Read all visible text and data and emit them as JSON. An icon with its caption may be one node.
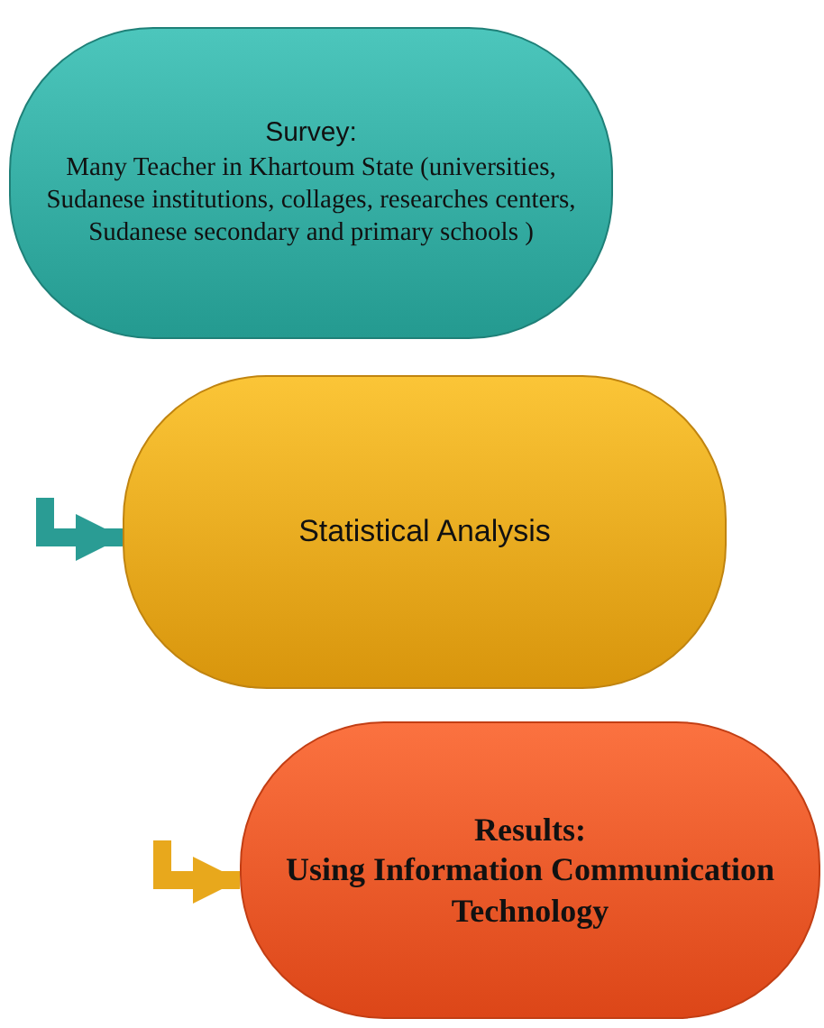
{
  "diagram": {
    "nodes": [
      {
        "text": [
          "Survey:",
          "Many Teacher in Khartoum State (universities, Sudanese institutions, collages, researches centers, Sudanese secondary and primary schools )"
        ]
      },
      {
        "text": [
          "Statistical Analysis"
        ]
      },
      {
        "text": [
          "Results:",
          "Using Information Communication Technology"
        ]
      }
    ],
    "edges": [
      {
        "from": null,
        "to": 1,
        "arrow": "to",
        "color": "#2a9c94"
      },
      {
        "from": null,
        "to": 2,
        "arrow": "to",
        "color": "#e8a81c"
      }
    ]
  }
}
